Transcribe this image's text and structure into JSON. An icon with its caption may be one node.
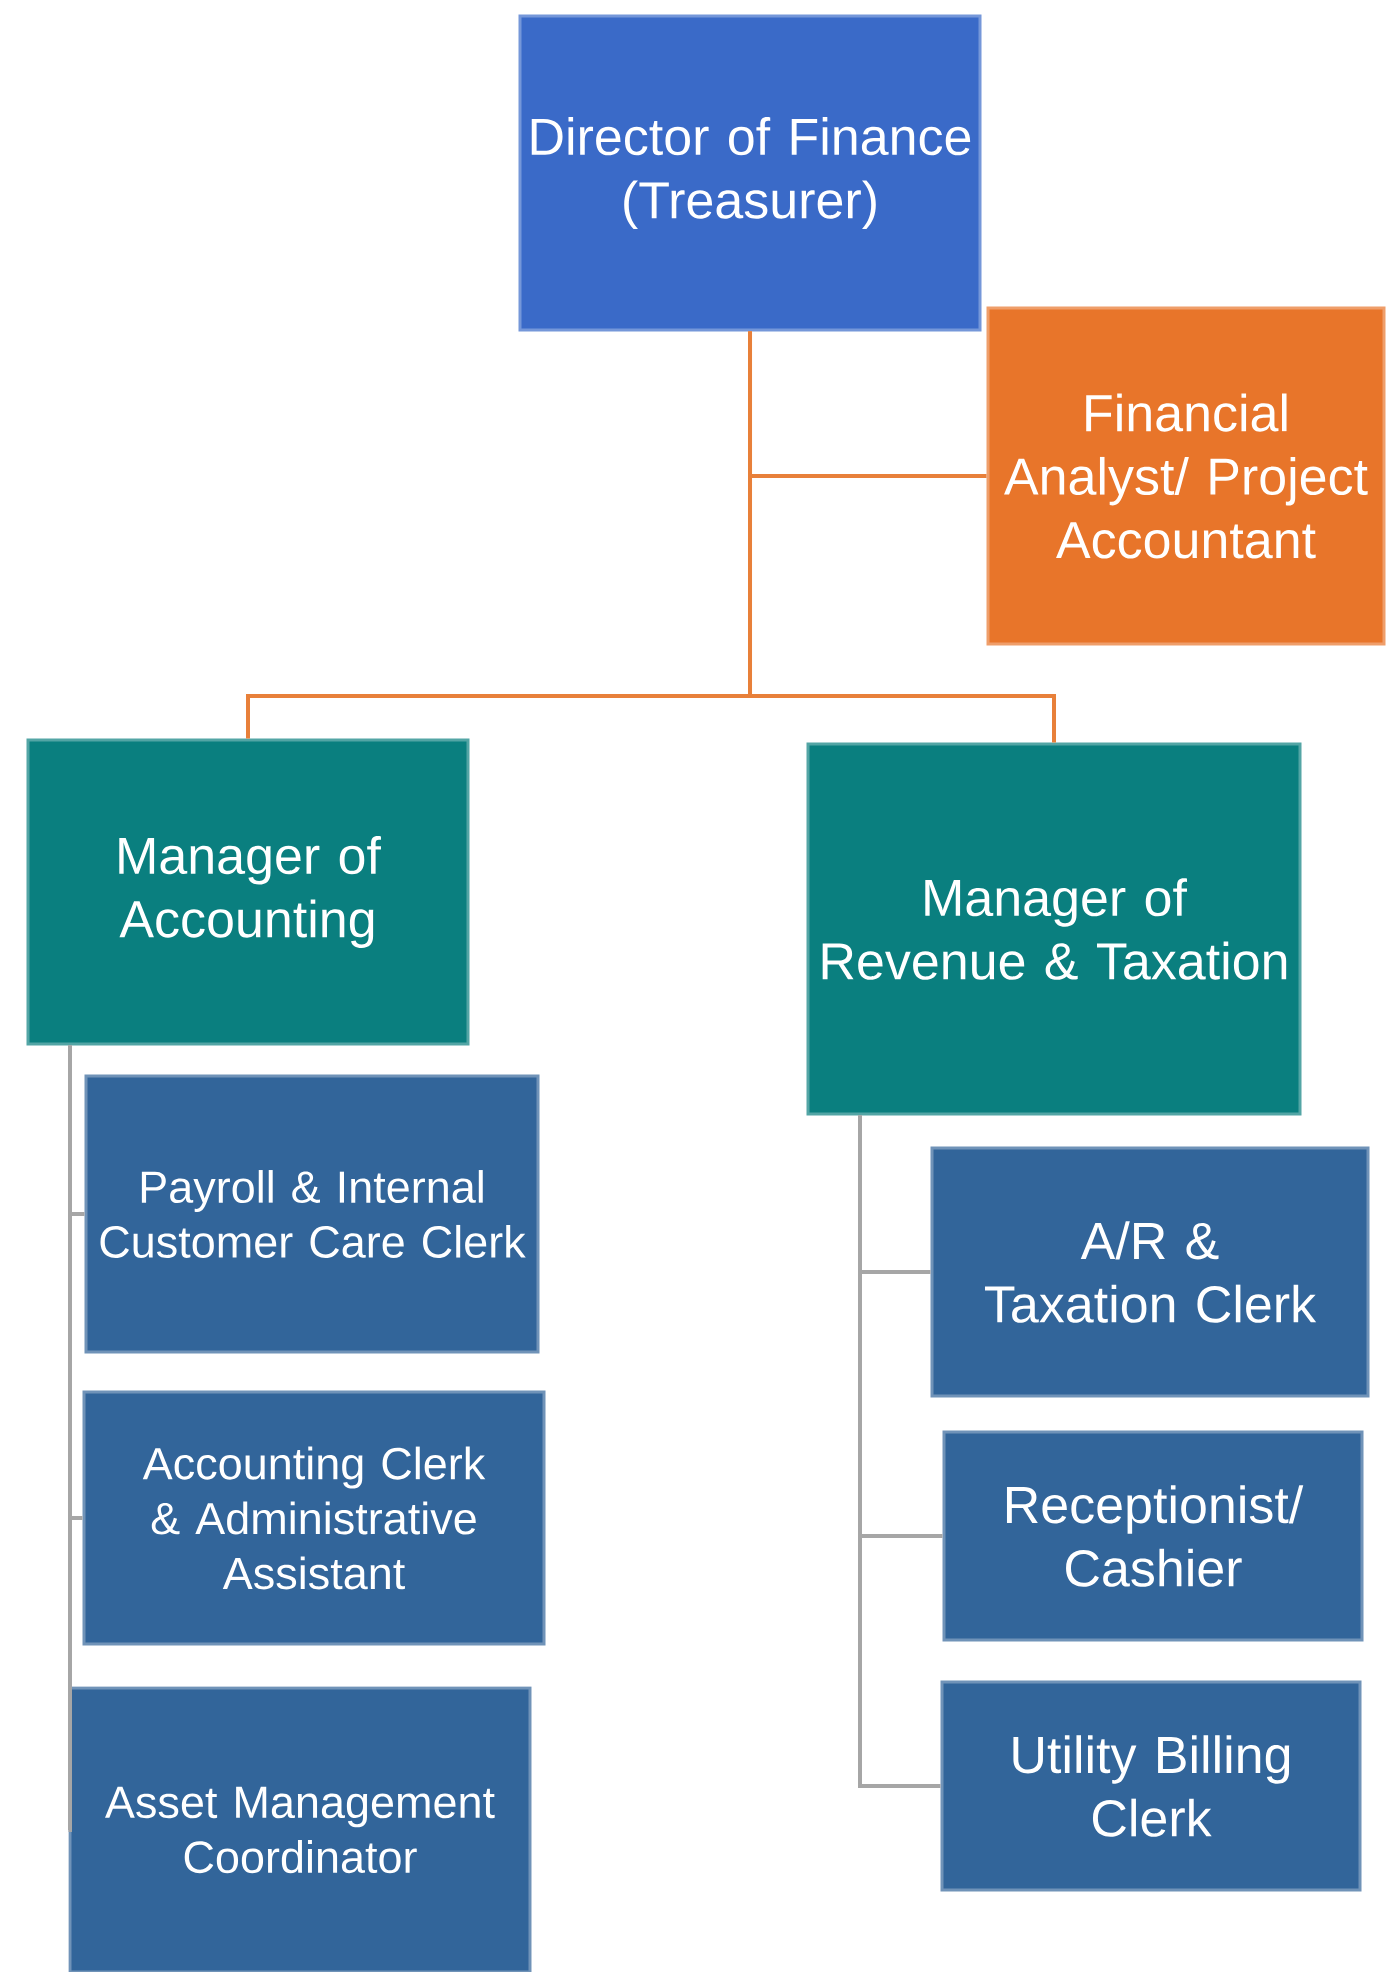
{
  "diagram": {
    "nodes": [
      {
        "text": [
          "Director of Finance (Treasurer)"
        ]
      },
      {
        "text": [
          "Financial Analyst/ Project Accountant"
        ]
      },
      {
        "text": [
          "Manager of Accounting"
        ]
      },
      {
        "text": [
          "Manager of Revenue & Taxation"
        ]
      },
      {
        "text": [
          "Payroll & Internal Customer Care Clerk"
        ]
      },
      {
        "text": [
          "Accounting Clerk & Administrative Assistant"
        ]
      },
      {
        "text": [
          "Asset Management Coordinator"
        ]
      },
      {
        "text": [
          "A/R & Taxation Clerk"
        ]
      },
      {
        "text": [
          "Receptionist/ Cashier"
        ]
      },
      {
        "text": [
          "Utility Billing Clerk"
        ]
      }
    ],
    "edges": [
      {
        "from": 0,
        "to": 1,
        "arrow": "none",
        "color": "#e8803a"
      },
      {
        "from": 0,
        "to": 2,
        "arrow": "none",
        "color": "#e8803a"
      },
      {
        "from": 0,
        "to": 3,
        "arrow": "none",
        "color": "#e8803a"
      },
      {
        "from": 2,
        "to": 4,
        "arrow": "none"
      },
      {
        "from": 2,
        "to": 5,
        "arrow": "none"
      },
      {
        "from": 2,
        "to": 6,
        "arrow": "none"
      },
      {
        "from": 3,
        "to": 7,
        "arrow": "none"
      },
      {
        "from": 3,
        "to": 8,
        "arrow": "none"
      },
      {
        "from": 3,
        "to": 9,
        "arrow": "none"
      }
    ]
  }
}
